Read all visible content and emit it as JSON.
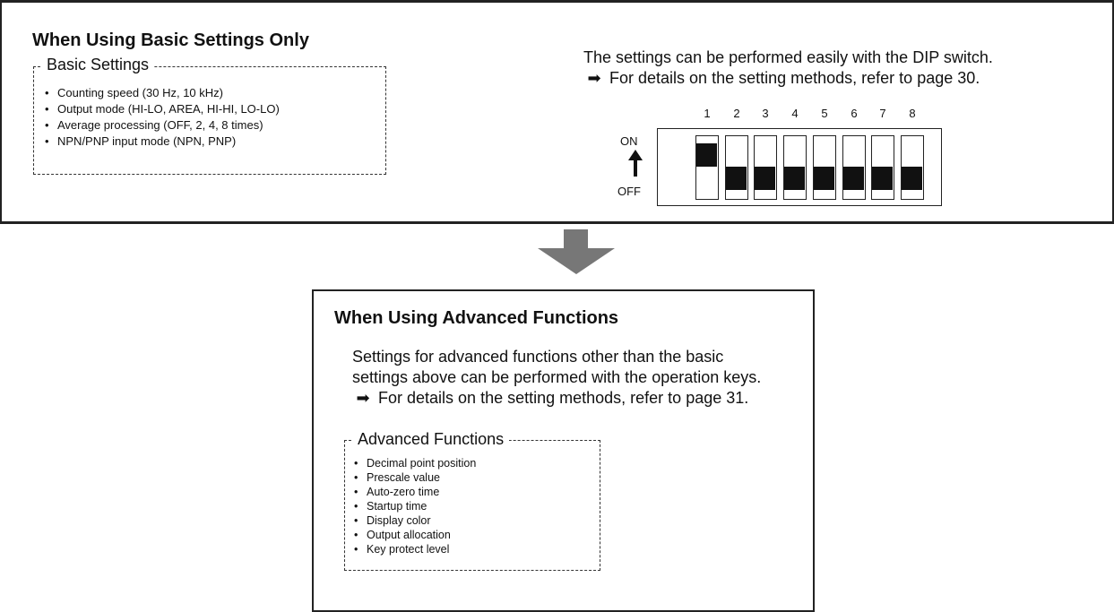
{
  "basic": {
    "heading": "When Using Basic Settings Only",
    "group_title": "Basic Settings",
    "items": [
      "Counting speed (30 Hz, 10 kHz)",
      "Output mode (HI-LO, AREA, HI-HI, LO-LO)",
      "Average processing (OFF, 2, 4, 8 times)",
      "NPN/PNP input mode (NPN, PNP)"
    ],
    "description": "The settings can be performed easily with the DIP switch.",
    "reference": "For details on the setting methods, refer to page 30."
  },
  "dip_switch": {
    "on_label": "ON",
    "off_label": "OFF",
    "numbers": [
      "1",
      "2",
      "3",
      "4",
      "5",
      "6",
      "7",
      "8"
    ],
    "states": [
      "ON",
      "OFF",
      "OFF",
      "OFF",
      "OFF",
      "OFF",
      "OFF",
      "OFF"
    ]
  },
  "advanced": {
    "heading": "When Using Advanced Functions",
    "description_line1": "Settings for advanced functions other than the basic",
    "description_line2": "settings above can be performed with the operation keys.",
    "reference": "For details on the setting methods, refer to page 31.",
    "group_title": "Advanced Functions",
    "items": [
      "Decimal point position",
      "Prescale value",
      "Auto-zero time",
      "Startup time",
      "Display color",
      "Output allocation",
      "Key protect level"
    ]
  },
  "icons": {
    "reference_arrow": "right-arrow-icon",
    "flow_arrow": "down-arrow-icon",
    "on_off_arrow": "up-arrow-icon"
  },
  "colors": {
    "flow_arrow": "#777777",
    "switch_fill": "#111111"
  }
}
